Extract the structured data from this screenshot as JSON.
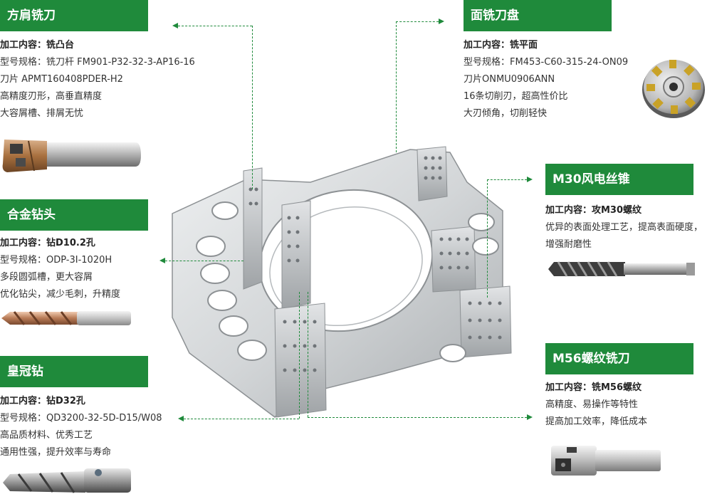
{
  "colors": {
    "accent": "#1f8a3b",
    "text": "#333333",
    "metal": "#d6d8da"
  },
  "left_top": {
    "title": "方肩铣刀",
    "lines": [
      "加工内容：铣凸台",
      "型号规格：铣刀杆 FM901-P32-32-3-AP16-16",
      "刀片 APMT160408PDER-H2",
      "高精度刃形，高垂直精度",
      "大容屑槽、排屑无忧"
    ]
  },
  "left_mid": {
    "title": "合金钻头",
    "lines": [
      "加工内容：钻D10.2孔",
      "型号规格：ODP-3I-1020H",
      "多段圆弧槽，更大容屑",
      "优化钻尖，减少毛刺，升精度"
    ]
  },
  "left_bot": {
    "title": "皇冠钻",
    "lines": [
      "加工内容：钻D32孔",
      "型号规格：QD3200-32-5D-D15/W08",
      "高品质材料、优秀工艺",
      "通用性强，提升效率与寿命"
    ]
  },
  "right_top": {
    "title": "面铣刀盘",
    "lines": [
      "加工内容：铣平面",
      "型号规格：FM453-C60-315-24-ON09",
      "刀片ONMU0906ANN",
      "16条切削刃，超高性价比",
      "大刃倾角，切削轻快"
    ]
  },
  "right_mid": {
    "title": "M30风电丝锥",
    "lines": [
      "加工内容：攻M30螺纹",
      "优异的表面处理工艺，提高表面硬度，",
      "增强耐磨性"
    ]
  },
  "right_bot": {
    "title": "M56螺纹铣刀",
    "lines": [
      "加工内容：铣M56螺纹",
      "高精度、易操作等特性",
      "提高加工效率，降低成本"
    ]
  }
}
